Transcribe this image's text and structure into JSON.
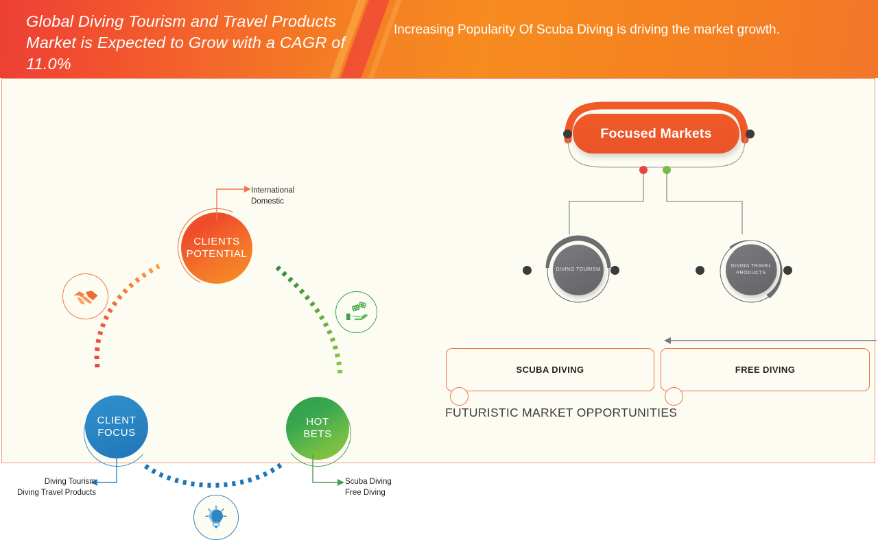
{
  "header": {
    "title_left": "Global Diving Tourism and Travel Products Market is Expected to Grow with a CAGR of 11.0%",
    "title_right": "Increasing Popularity Of Scuba Diving is driving the market growth."
  },
  "left_diagram": {
    "nodes": [
      {
        "id": "clients-potential",
        "line1": "CLIENTS",
        "line2": "POTENTIAL",
        "color": "#f05a28"
      },
      {
        "id": "client-focus",
        "line1": "CLIENT",
        "line2": "FOCUS",
        "color": "#2b87c6"
      },
      {
        "id": "hot-bets",
        "line1": "HOT",
        "line2": "BETS",
        "color": "#43a047"
      }
    ],
    "labels": {
      "clients_potential_line1": "International",
      "clients_potential_line2": "Domestic",
      "client_focus_line1": "Diving Tourism",
      "client_focus_line2": "Diving Travel Products",
      "hot_bets_line1": "Scuba Diving",
      "hot_bets_line2": "Free Diving"
    },
    "icons": {
      "handshake": "handshake-icon",
      "money": "money-in-hand-icon",
      "bulb": "lightbulb-icon"
    }
  },
  "right_diagram": {
    "focused_markets_label": "Focused Markets",
    "branch_dots": [
      {
        "name": "red-dot",
        "color": "#e8453c"
      },
      {
        "name": "green-dot",
        "color": "#76bc43"
      }
    ],
    "market_nodes": [
      {
        "id": "diving-tourism",
        "lines": [
          "DIVING",
          "TOURISM"
        ]
      },
      {
        "id": "diving-travel-products",
        "lines": [
          "DIVING",
          "TRAVEL",
          "PRODUCTS"
        ]
      }
    ],
    "futuristic_title": "FUTURISTIC MARKET OPPORTUNITIES",
    "opportunities": [
      {
        "id": "scuba-diving",
        "label": "SCUBA DIVING"
      },
      {
        "id": "free-diving",
        "label": "FREE DIVING"
      }
    ]
  },
  "colors": {
    "orange": "#f05a28",
    "red": "#ef4136",
    "blue": "#2b87c6",
    "green": "#43a047",
    "gray": "#6d6d71",
    "background": "#fdfcf3"
  }
}
